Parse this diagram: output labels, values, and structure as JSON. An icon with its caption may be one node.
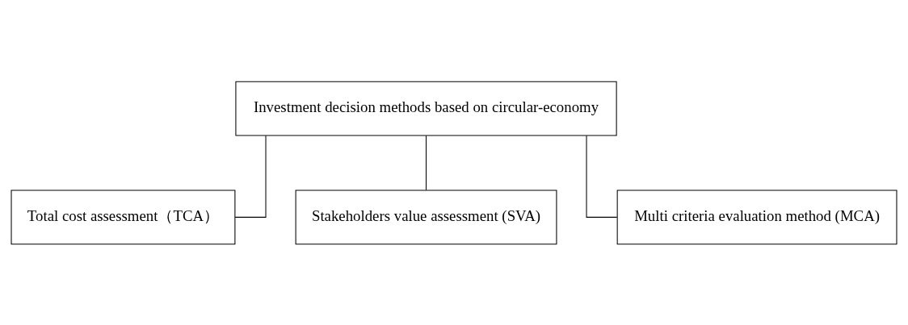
{
  "diagram": {
    "nodes": [
      {
        "text": [
          "Investment decision methods based on circular-economy"
        ]
      },
      {
        "text": [
          "Total cost assessment（TCA）"
        ]
      },
      {
        "text": [
          "Stakeholders value assessment (SVA)"
        ]
      },
      {
        "text": [
          "Multi criteria evaluation method (MCA)"
        ]
      }
    ],
    "edges": [
      {
        "from": 0,
        "to": 1,
        "arrow": "none"
      },
      {
        "from": 0,
        "to": 2,
        "arrow": "none"
      },
      {
        "from": 0,
        "to": 3,
        "arrow": "none"
      }
    ]
  }
}
